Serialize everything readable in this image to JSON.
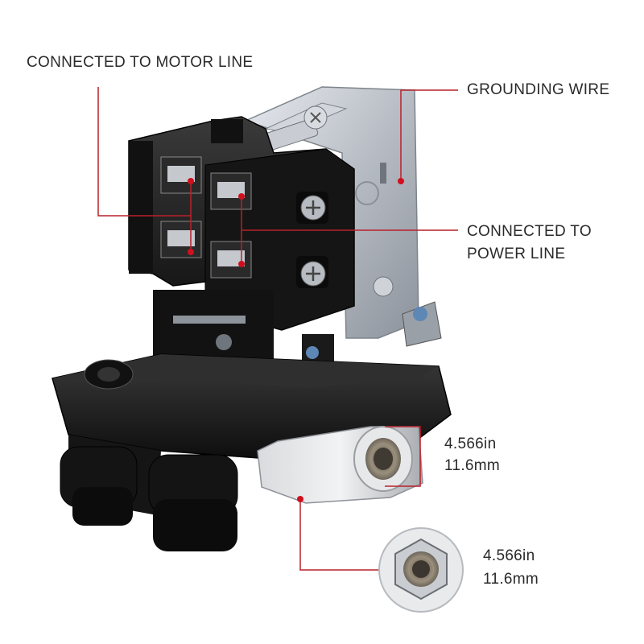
{
  "labels": {
    "motor_line": "CONNECTED TO MOTOR LINE",
    "grounding_wire": "GROUNDING WIRE",
    "power_line_1": "CONNECTED TO",
    "power_line_2": "POWER LINE",
    "thread_top_in": "4.566in",
    "thread_top_mm": "11.6mm",
    "thread_bottom_in": "4.566in",
    "thread_bottom_mm": "11.6mm"
  },
  "colors": {
    "callout_line": "#b9202a",
    "callout_dot": "#d0101e",
    "text": "#2a2a2a",
    "housing": "#1b1b1b",
    "metal": "#b8bcc2"
  }
}
